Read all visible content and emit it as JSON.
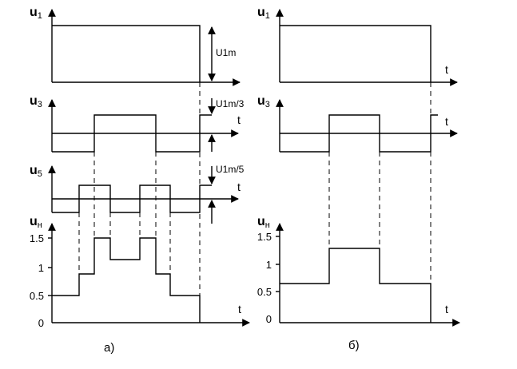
{
  "panel_a": {
    "caption": "а)",
    "u1_label": "u",
    "u1_sub": "1",
    "u3_label": "u",
    "u3_sub": "3",
    "u5_label": "u",
    "u5_sub": "5",
    "un_label": "u",
    "un_sub": "н",
    "t_label": "t",
    "amp_u1": "U1m",
    "amp_u3": "U1m/3",
    "amp_u5": "U1m/5",
    "ticks": [
      "1.5",
      "1",
      "0.5",
      "0"
    ]
  },
  "panel_b": {
    "caption": "б)",
    "u1_label": "u",
    "u1_sub": "1",
    "u3_label": "u",
    "u3_sub": "3",
    "un_label": "u",
    "un_sub": "н",
    "t_label": "t",
    "ticks": [
      "1.5",
      "1",
      "0.5",
      "0"
    ]
  }
}
